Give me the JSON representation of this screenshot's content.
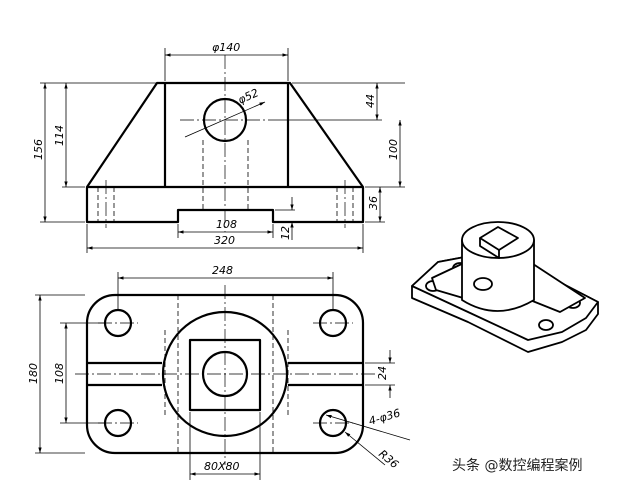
{
  "front_view": {
    "dims": {
      "d140": "φ140",
      "d52": "φ52",
      "h156": "156",
      "h114": "114",
      "h44": "44",
      "h100": "100",
      "h36": "36",
      "h12": "12",
      "w108": "108",
      "w320": "320"
    }
  },
  "top_view": {
    "dims": {
      "w248": "248",
      "h180": "180",
      "h108": "108",
      "h24": "24",
      "holes": "4-φ36",
      "radius": "R36",
      "square": "80X80"
    }
  },
  "watermark": {
    "text": "头条 @数控编程案例"
  }
}
